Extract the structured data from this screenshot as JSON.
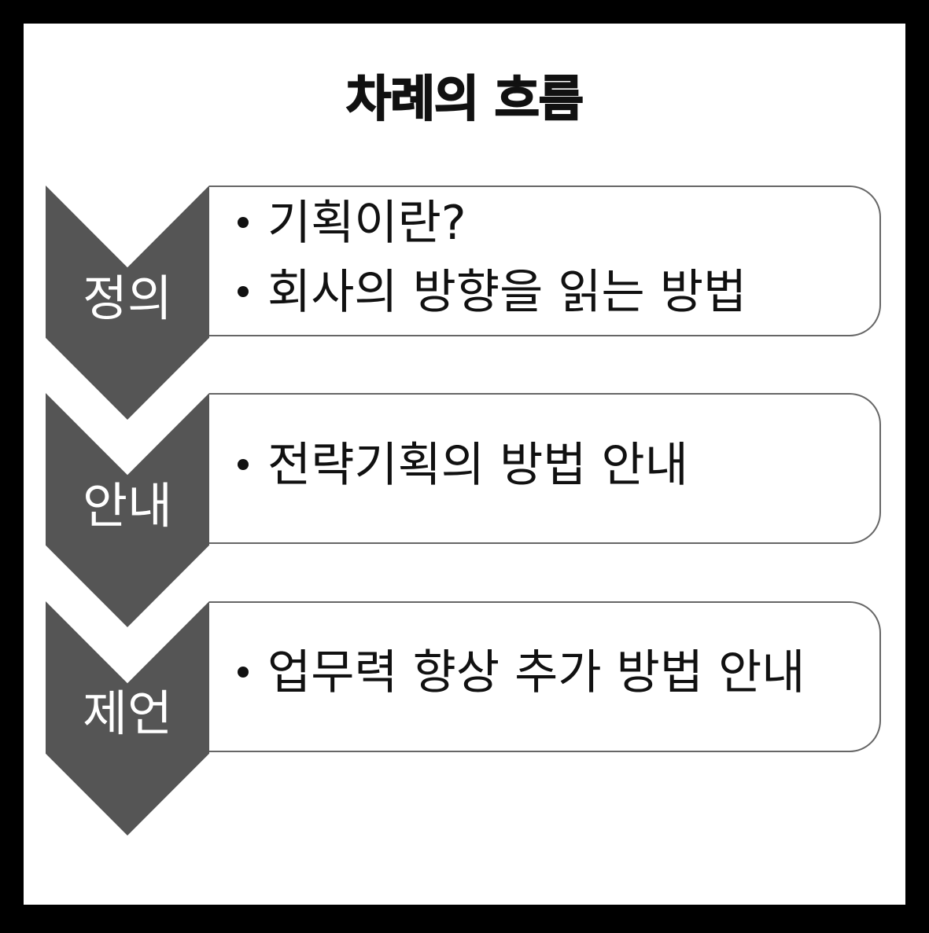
{
  "title": "차례의 흐름",
  "steps": [
    {
      "label": "정의",
      "items": [
        "기획이란?",
        "회사의 방향을 읽는 방법"
      ]
    },
    {
      "label": "안내",
      "items": [
        "전략기획의 방법 안내"
      ]
    },
    {
      "label": "제언",
      "items": [
        "업무력 향상 추가 방법 안내"
      ]
    }
  ],
  "colors": {
    "frame": "#000000",
    "background": "#ffffff",
    "chevron": "#555555",
    "box_border": "#666666",
    "text": "#111111",
    "chevron_text": "#ffffff"
  }
}
